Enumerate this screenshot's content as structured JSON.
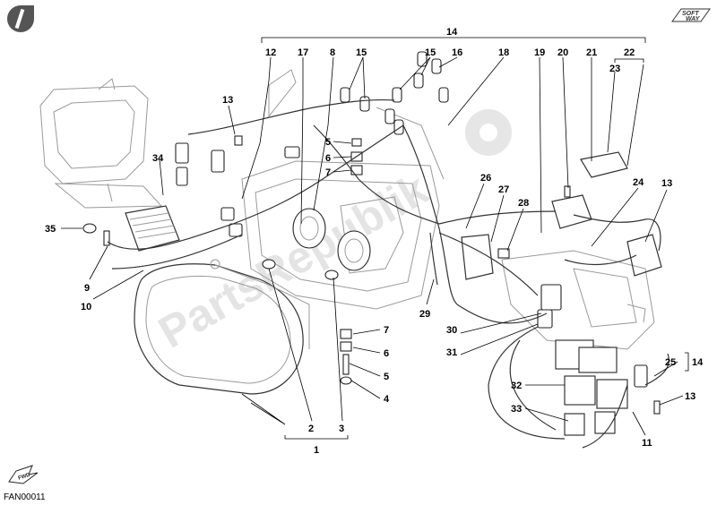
{
  "figure": {
    "code": "FAN00011",
    "brand_text": "SOFT WAY",
    "watermark": "PartsRepublik",
    "fwd_text": "FWD"
  },
  "callouts": {
    "c1": "1",
    "c2": "2",
    "c3": "3",
    "c4": "4",
    "c5": "5",
    "c5b": "5",
    "c6": "6",
    "c6b": "6",
    "c7": "7",
    "c7b": "7",
    "c8": "8",
    "c9": "9",
    "c10": "10",
    "c11": "11",
    "c12": "12",
    "c13a": "13",
    "c13b": "13",
    "c13c": "13",
    "c14top": "14",
    "c14side": "14",
    "c15a": "15",
    "c15b": "15",
    "c16": "16",
    "c17": "17",
    "c18": "18",
    "c19": "19",
    "c20": "20",
    "c21": "21",
    "c22": "22",
    "c23": "23",
    "c24": "24",
    "c25": "25",
    "c26": "26",
    "c27": "27",
    "c28": "28",
    "c29": "29",
    "c30": "30",
    "c31": "31",
    "c32": "32",
    "c33": "33",
    "c34": "34",
    "c35": "35"
  }
}
